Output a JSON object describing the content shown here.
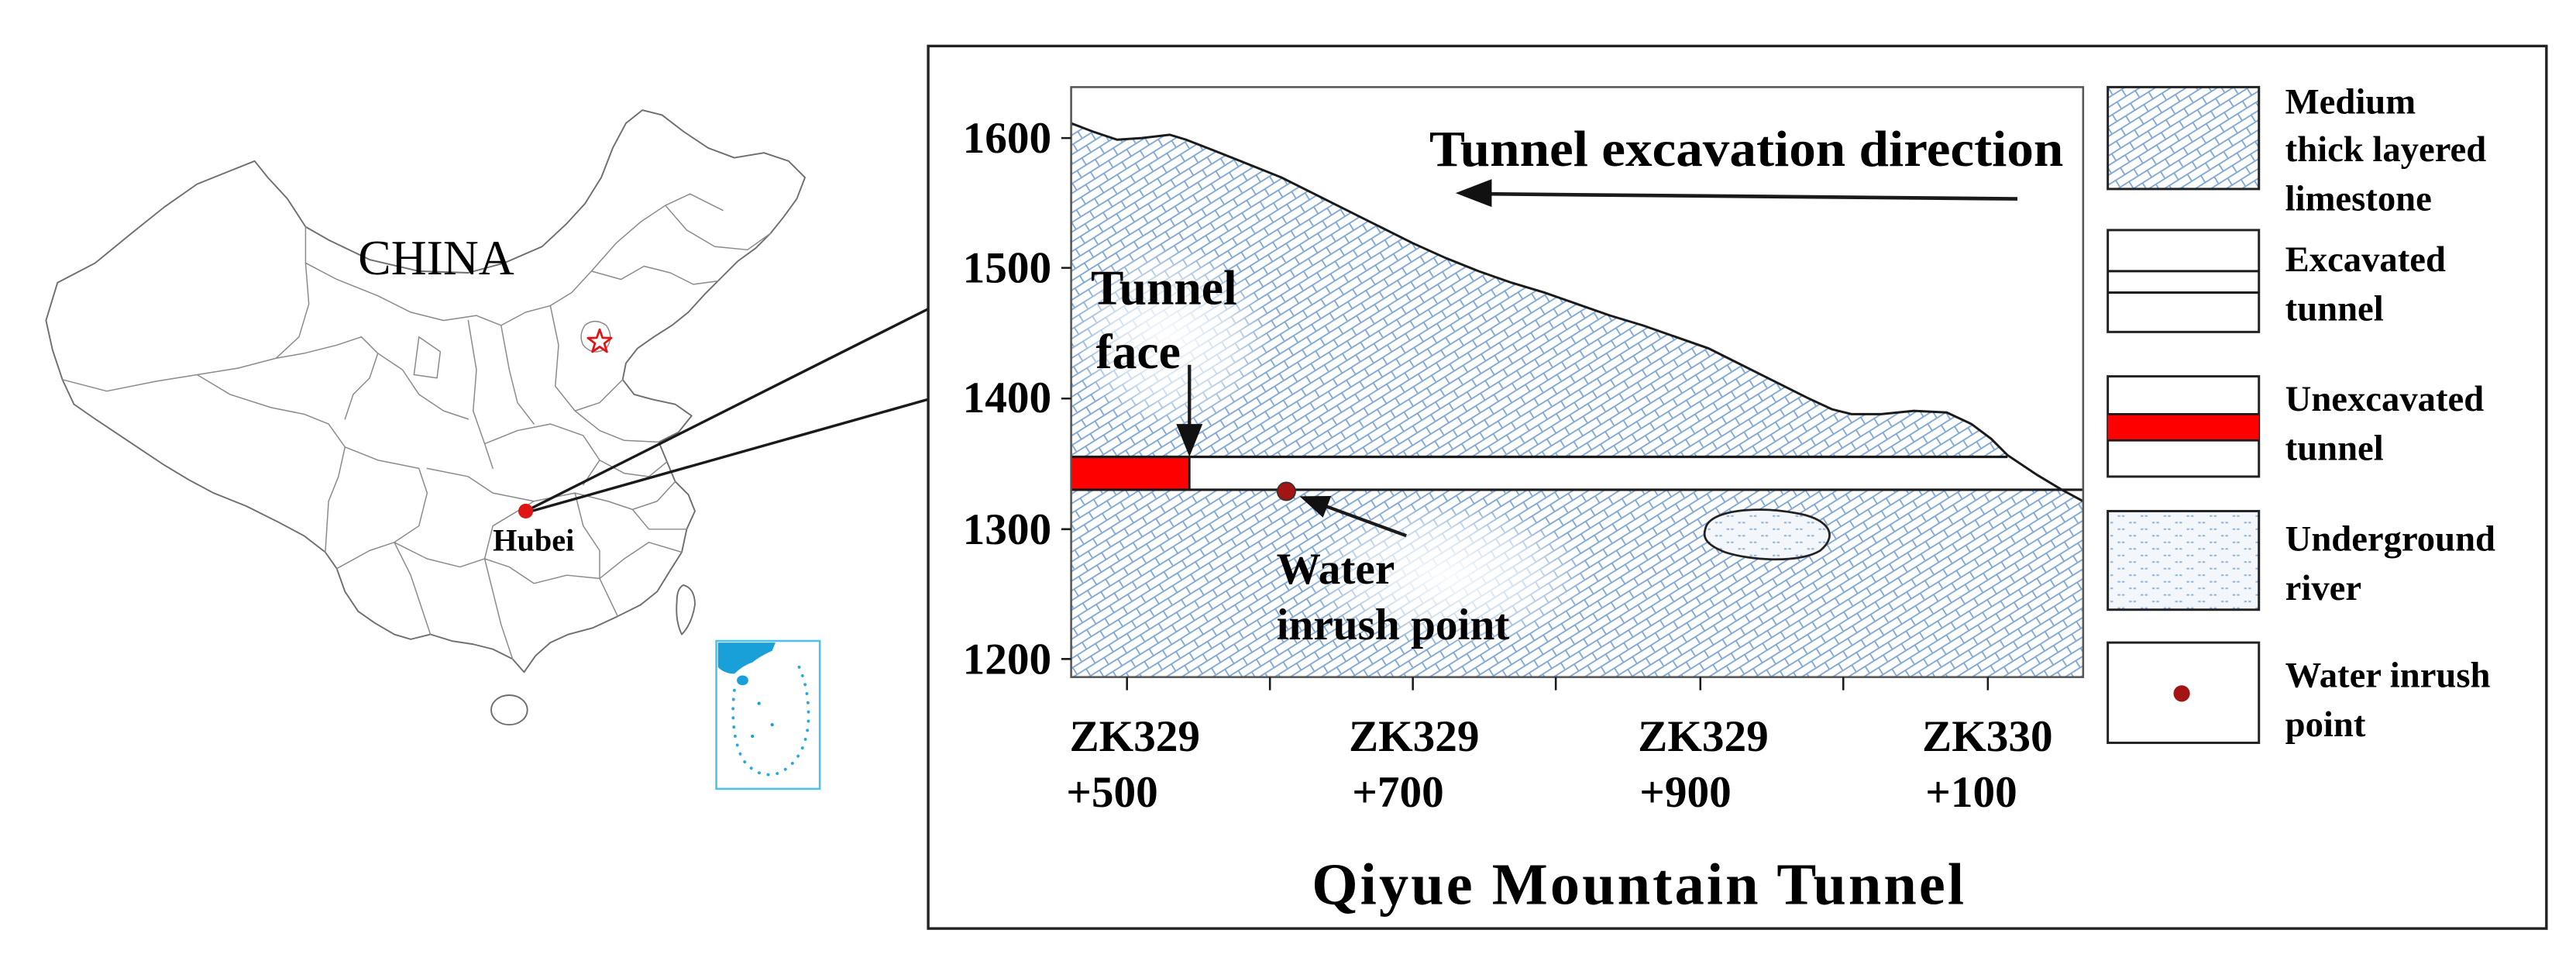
{
  "map": {
    "country_label": "CHINA",
    "province_label": "Hubei"
  },
  "section": {
    "title": "Qiyue Mountain Tunnel",
    "direction_label": "Tunnel excavation direction",
    "tunnel_face_label": [
      "Tunnel",
      "face"
    ],
    "inrush_label": [
      "Water",
      "inrush point"
    ],
    "y_axis_ticks": [
      1600,
      1500,
      1400,
      1300,
      1200
    ],
    "x_axis_ticks": [
      [
        "ZK329",
        "+500"
      ],
      [
        "ZK329",
        "+700"
      ],
      [
        "ZK329",
        "+900"
      ],
      [
        "ZK330",
        "+100"
      ]
    ]
  },
  "legend": [
    {
      "label": [
        "Medium",
        "thick layered",
        "limestone"
      ]
    },
    {
      "label": [
        "Excavated",
        "tunnel"
      ]
    },
    {
      "label": [
        "Unexcavated",
        "tunnel"
      ]
    },
    {
      "label": [
        "Underground",
        "river"
      ]
    },
    {
      "label": [
        "Water inrush",
        "point"
      ]
    }
  ],
  "colors": {
    "unexcavated_tunnel": "#ff0000",
    "water_inrush_point": "#a31515",
    "map_marker": "#e01414",
    "limestone_pattern": "#7ea6d3",
    "river_pattern": "#8fb3da",
    "inset_sea": "#1aa0d8"
  }
}
